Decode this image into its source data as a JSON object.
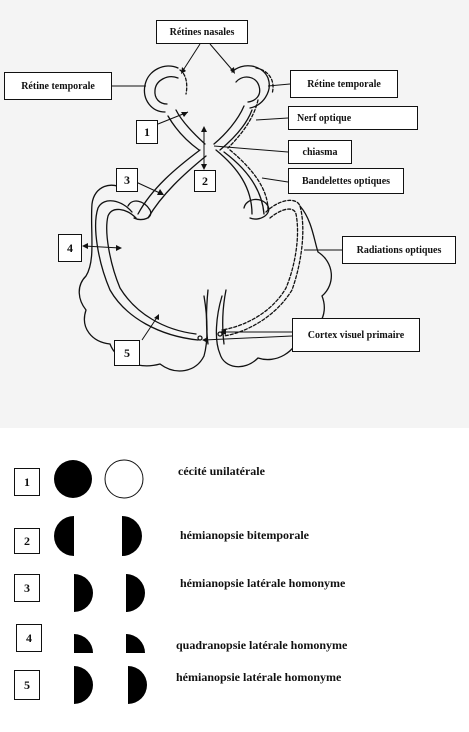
{
  "labels": {
    "retines_nasales": "Rétines nasales",
    "retine_temporale_left": "Rétine temporale",
    "retine_temporale_right": "Rétine temporale",
    "nerf_optique": "Nerf optique",
    "chiasma": "chiasma",
    "bandelettes_optiques": "Bandelettes optiques",
    "radiations_optiques": "Radiations optiques",
    "cortex_visuel_primaire": "Cortex visuel primaire"
  },
  "markers": [
    "1",
    "2",
    "3",
    "4",
    "5"
  ],
  "legend": [
    {
      "number": "1",
      "text": "cécité unilatérale"
    },
    {
      "number": "2",
      "text": "hémianopsie bitemporale"
    },
    {
      "number": "3",
      "text": "hémianopsie latérale homonyme"
    },
    {
      "number": "4",
      "text": "quadranopsie latérale homonyme"
    },
    {
      "number": "5",
      "text": "hémianopsie latérale homonyme"
    }
  ],
  "colors": {
    "line": "#111111",
    "background": "#f4f4f4",
    "fill": "#000000"
  }
}
